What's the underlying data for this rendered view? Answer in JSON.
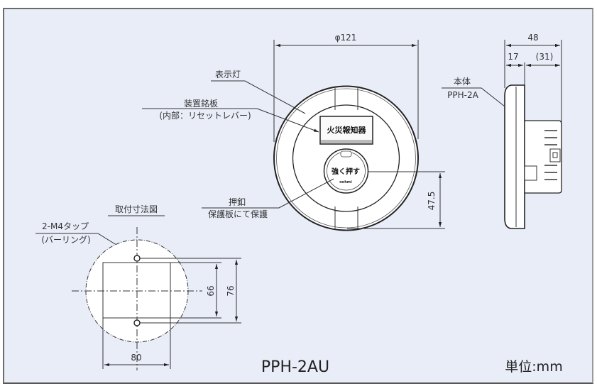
{
  "model": "PPH-2AU",
  "unit_label": "単位:mm",
  "front_view": {
    "diameter_label": "φ121",
    "height_label": "47.5",
    "nameplate_text": "火災報知器",
    "button_text": "強く押す",
    "button_logo": "nohmi",
    "callouts": {
      "indicator_lamp": "表示灯",
      "nameplate": "装置銘板",
      "nameplate_note": "(内部：リセットレバー)",
      "push_button": "押釦",
      "push_button_note": "保護板にて保護"
    }
  },
  "side_view": {
    "total_depth": "48",
    "front_depth": "17",
    "rear_depth": "(31)",
    "body_label": "本体",
    "body_model": "PPH-2A"
  },
  "mounting": {
    "title": "取付寸法図",
    "tap_label": "2-M4タップ",
    "tap_note": "(バーリング)",
    "width_label": "80",
    "inner_height_label": "66",
    "pitch_label": "76"
  }
}
